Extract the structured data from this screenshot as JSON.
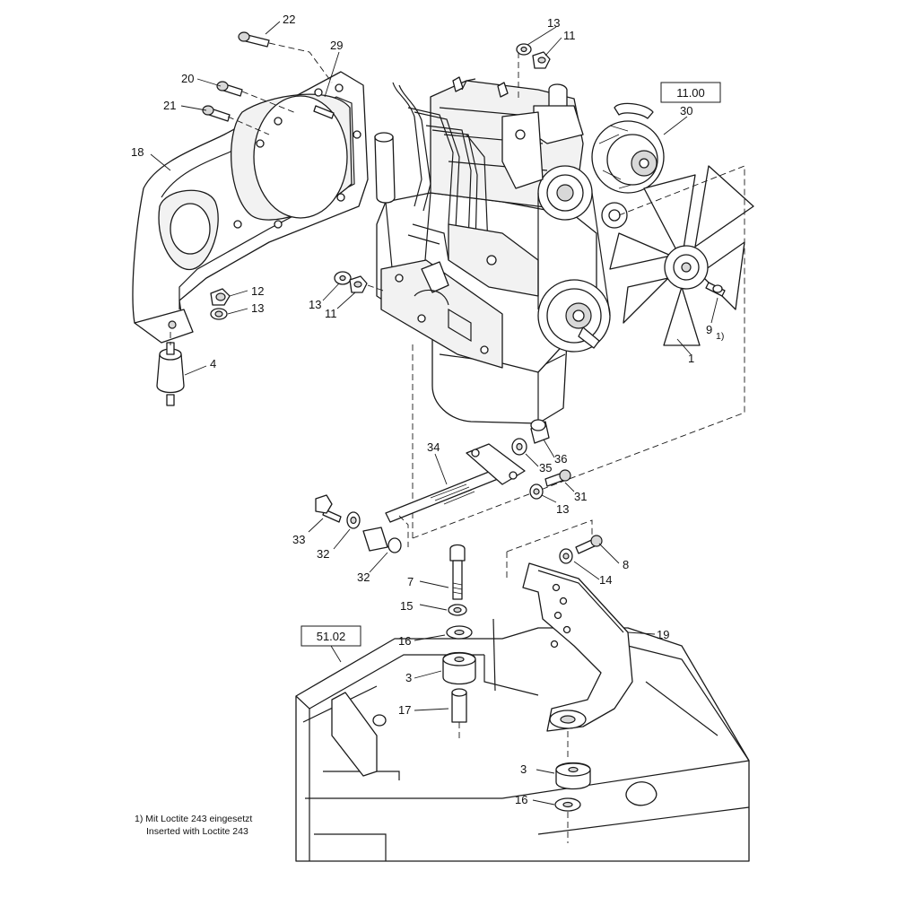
{
  "diagram": {
    "ref_boxes": [
      {
        "id": "ref-engine",
        "text": "11.00"
      },
      {
        "id": "ref-frame",
        "text": "51.02"
      }
    ],
    "callouts": {
      "c22": "22",
      "c29": "29",
      "c20": "20",
      "c21": "21",
      "c18": "18",
      "c12": "12",
      "c13a": "13",
      "c4": "4",
      "c13b": "13",
      "c11a": "11",
      "c13c": "13",
      "c11b": "11",
      "c30": "30",
      "c9": "9",
      "c9note": "1)",
      "c1": "1",
      "c34": "34",
      "c36": "36",
      "c35": "35",
      "c31": "31",
      "c13d": "13",
      "c33": "33",
      "c32a": "32",
      "c32b": "32",
      "c7": "7",
      "c15": "15",
      "c16a": "16",
      "c3a": "3",
      "c17": "17",
      "c8": "8",
      "c14": "14",
      "c19": "19",
      "c3b": "3",
      "c16b": "16"
    },
    "footnote": {
      "line1": "1) Mit Loctite 243 eingesetzt",
      "line2": "Inserted with Loctite 243"
    }
  }
}
